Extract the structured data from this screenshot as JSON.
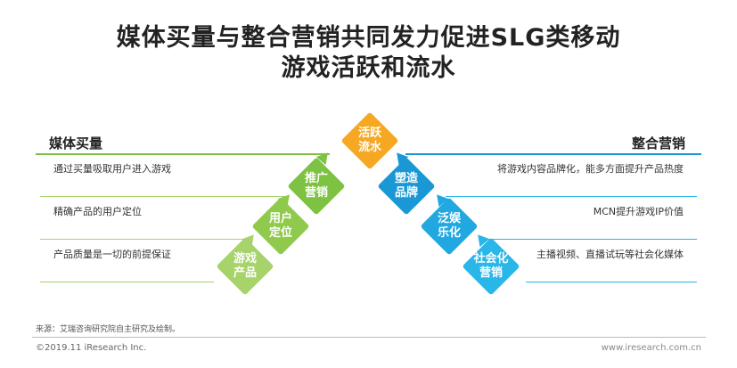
{
  "title": {
    "line1": "媒体买量与整合营销共同发力促进SLG类移动",
    "line2": "游戏活跃和流水"
  },
  "left": {
    "heading": "媒体买量",
    "rows": [
      "通过买量吸取用户进入游戏",
      "精确产品的用户定位",
      "产品质量是一切的前提保证"
    ]
  },
  "right": {
    "heading": "整合营销",
    "rows": [
      "将游戏内容品牌化，能多方面提升产品热度",
      "MCN提升游戏IP价值",
      "主播视频、直播试玩等社会化媒体"
    ]
  },
  "center": {
    "top": {
      "line1": "活跃",
      "line2": "流水"
    },
    "left_steps": [
      {
        "line1": "推广",
        "line2": "营销"
      },
      {
        "line1": "用户",
        "line2": "定位"
      },
      {
        "line1": "游戏",
        "line2": "产品"
      }
    ],
    "right_steps": [
      {
        "line1": "塑造",
        "line2": "品牌"
      },
      {
        "line1": "泛娱",
        "line2": "乐化"
      },
      {
        "line1": "社会化",
        "line2": "营销"
      }
    ]
  },
  "colors": {
    "green": "#7dc242",
    "green_light": "#a6d36a",
    "orange": "#f7a823",
    "blue": "#1a98d5",
    "blue_light": "#29b6e8"
  },
  "footer": {
    "source": "来源：艾瑞咨询研究院自主研究及绘制。",
    "copyright": "©2019.11 iResearch Inc.",
    "website": "www.iresearch.com.cn"
  }
}
